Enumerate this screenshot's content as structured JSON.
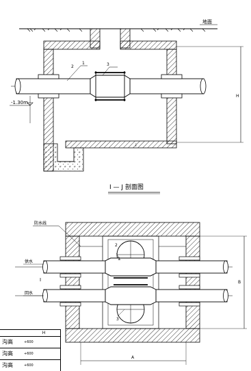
{
  "section": {
    "ground_label": "地面",
    "elevation_label": "-1.30m",
    "dimension_label": "H",
    "callout_1": "1",
    "callout_2": "2",
    "callout_3": "3",
    "title": "I — J 剖面图"
  },
  "plan": {
    "waterproof_label": "防水线",
    "supply_label": "供水",
    "return_label": "回水",
    "section_mark": "I",
    "callout_1": "1",
    "callout_2": "2",
    "callout_3": "3",
    "dim_right": "B",
    "dim_bottom": "A"
  },
  "legend": {
    "header": "H",
    "rows": [
      {
        "name": "沟高",
        "value": "+600"
      },
      {
        "name": "沟高",
        "value": "+600"
      },
      {
        "name": "沟高",
        "value": "+600"
      }
    ]
  }
}
